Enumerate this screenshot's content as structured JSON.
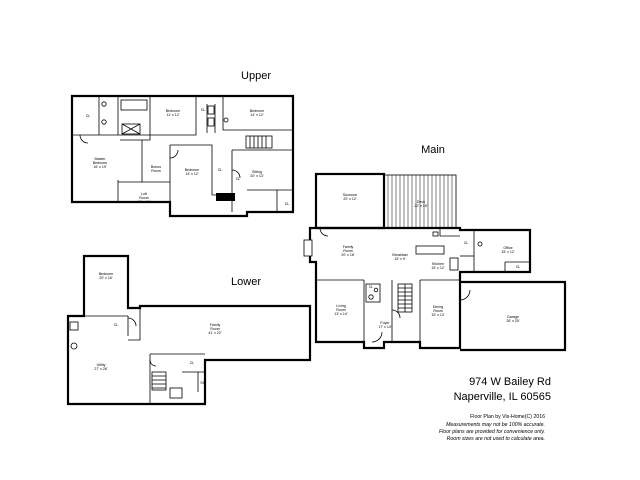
{
  "levels": {
    "upper": "Upper",
    "main": "Main",
    "lower": "Lower"
  },
  "rooms": {
    "upper": {
      "master_bedroom": [
        "Master",
        "Bedroom",
        "16' x 19'"
      ],
      "bedroom_1": [
        "Bedroom",
        "11' x 12'"
      ],
      "bedroom_2": [
        "Bedroom",
        "14' x 12'"
      ],
      "bedroom_3": [
        "Bedroom",
        "14' x 12'"
      ],
      "bonus_room": [
        "Bonus",
        "Room"
      ],
      "loft_room": [
        "Loft",
        "Room",
        "15' x 10'"
      ],
      "sitting": [
        "Sitting",
        "20' x 13'"
      ],
      "cl": "CL"
    },
    "main": {
      "sunroom": [
        "Sunroom",
        "20' x 12'"
      ],
      "deck": [
        "Deck",
        "22' x 16'"
      ],
      "family_room": [
        "Family",
        "Room",
        "20' x 18'"
      ],
      "breakfast": [
        "Breakfast",
        "15' x 9'"
      ],
      "kitchen": [
        "Kitchen",
        "15' x 12'"
      ],
      "office": [
        "Office",
        "15' x 12'"
      ],
      "living_room": [
        "Living",
        "Room",
        "13' x 14'"
      ],
      "foyer": [
        "Foyer",
        "17' x 14'"
      ],
      "dining_room": [
        "Dining",
        "Room",
        "15' x 13'"
      ],
      "garage": [
        "Garage",
        "26' x 25'"
      ],
      "cl": "CL"
    },
    "lower": {
      "bedroom": [
        "Bedroom",
        "20' x 16'"
      ],
      "family_room": [
        "Family",
        "Room",
        "41' x 22'"
      ],
      "utility": [
        "Utility",
        "27' x 26'"
      ],
      "cl": "CL",
      "stg": "Stg"
    }
  },
  "address": {
    "line1": "974 W Bailey Rd",
    "line2": "Naperville, IL 60565"
  },
  "disclaimer": {
    "credit": "Floor Plan by Vis-Home(C) 2016",
    "line1": "Measurements may not be 100% accurate.",
    "line2": "Floor plans are provided for convenience only.",
    "line3": "Room sizes are not used to calculate area."
  }
}
